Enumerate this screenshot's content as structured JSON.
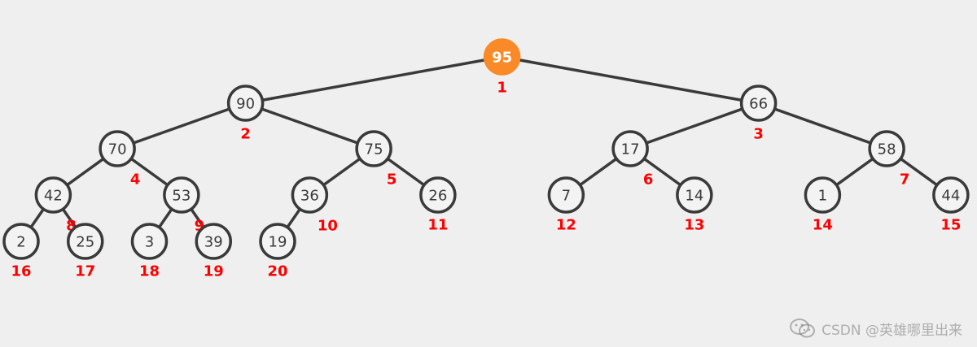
{
  "colors": {
    "background": "#efefef",
    "edge": "#3a3a3a",
    "node_fill": "#f3f3f3",
    "root_fill": "#f98a27",
    "index_label": "#ff0000"
  },
  "tree": {
    "nodes": [
      {
        "index": "1",
        "value": "95",
        "parent": null,
        "depth": 0,
        "highlight": true
      },
      {
        "index": "2",
        "value": "90",
        "parent": 1,
        "depth": 1
      },
      {
        "index": "3",
        "value": "66",
        "parent": 1,
        "depth": 1
      },
      {
        "index": "4",
        "value": "70",
        "parent": 2,
        "depth": 2
      },
      {
        "index": "5",
        "value": "75",
        "parent": 2,
        "depth": 2
      },
      {
        "index": "6",
        "value": "17",
        "parent": 3,
        "depth": 2
      },
      {
        "index": "7",
        "value": "58",
        "parent": 3,
        "depth": 2
      },
      {
        "index": "8",
        "value": "42",
        "parent": 4,
        "depth": 3
      },
      {
        "index": "9",
        "value": "53",
        "parent": 4,
        "depth": 3
      },
      {
        "index": "10",
        "value": "36",
        "parent": 5,
        "depth": 3
      },
      {
        "index": "11",
        "value": "26",
        "parent": 5,
        "depth": 3
      },
      {
        "index": "12",
        "value": "7",
        "parent": 6,
        "depth": 3
      },
      {
        "index": "13",
        "value": "14",
        "parent": 6,
        "depth": 3
      },
      {
        "index": "14",
        "value": "1",
        "parent": 7,
        "depth": 3
      },
      {
        "index": "15",
        "value": "44",
        "parent": 7,
        "depth": 3
      },
      {
        "index": "16",
        "value": "2",
        "parent": 8,
        "depth": 4
      },
      {
        "index": "17",
        "value": "25",
        "parent": 8,
        "depth": 4
      },
      {
        "index": "18",
        "value": "3",
        "parent": 9,
        "depth": 4
      },
      {
        "index": "19",
        "value": "39",
        "parent": 9,
        "depth": 4
      },
      {
        "index": "20",
        "value": "19",
        "parent": 10,
        "depth": 4
      }
    ]
  },
  "watermark": {
    "icon": "wechat-icon",
    "text": "CSDN @英雄哪里出来"
  }
}
